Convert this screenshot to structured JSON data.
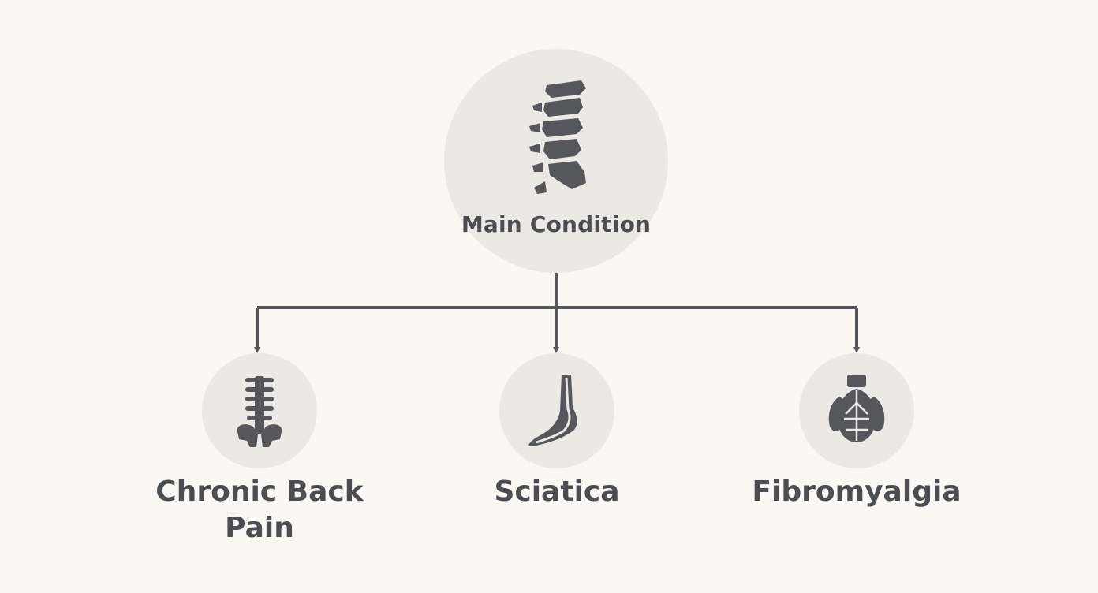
{
  "main_node": {
    "label": "Main Condition",
    "icon": "spine-vertebrae-icon"
  },
  "children": [
    {
      "label": "Chronic Back Pain",
      "icon": "lower-spine-pelvis-icon"
    },
    {
      "label": "Sciatica",
      "icon": "foot-leg-nerve-icon"
    },
    {
      "label": "Fibromyalgia",
      "icon": "muscle-body-icon"
    }
  ],
  "colors": {
    "background": "#fbf7f2",
    "circle_fill": "#ece8e3",
    "line_and_text": "#4b4d53"
  }
}
